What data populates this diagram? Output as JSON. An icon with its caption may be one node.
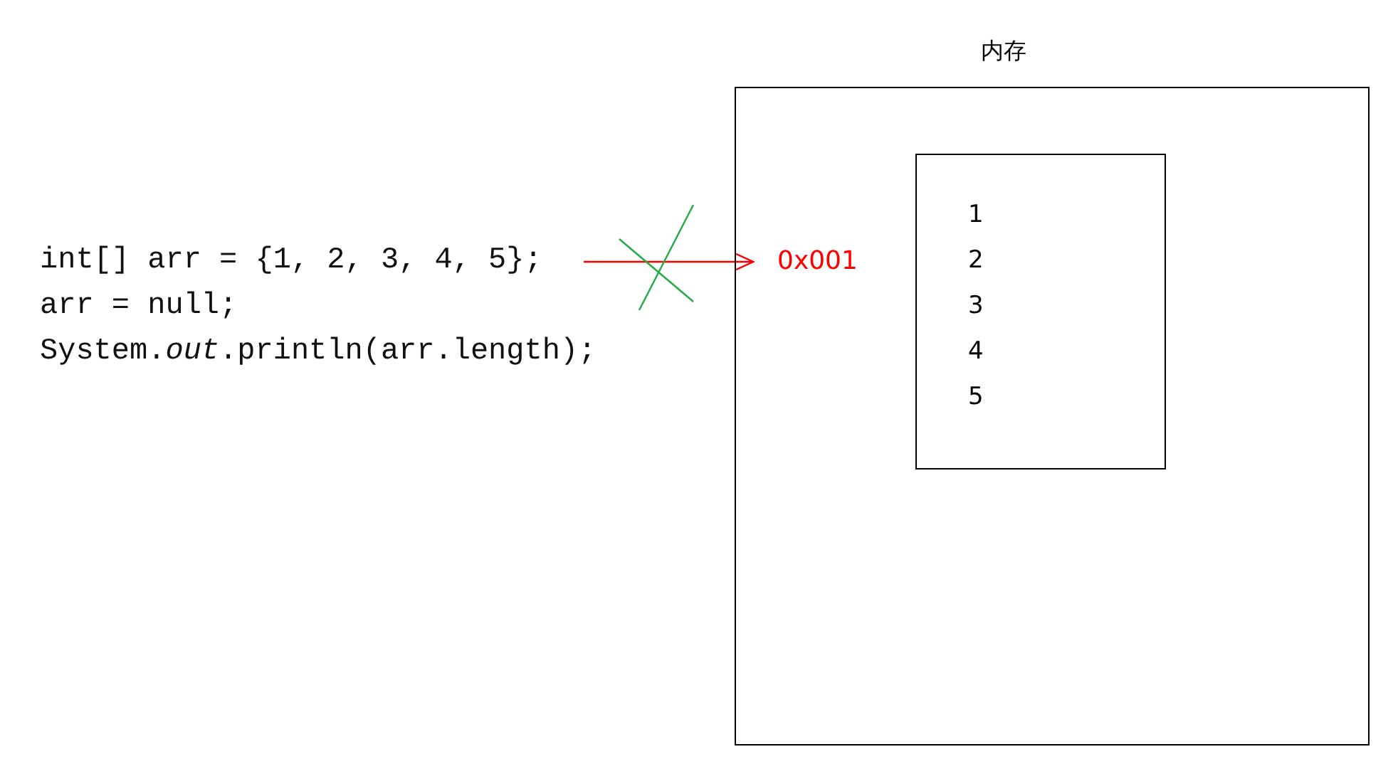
{
  "diagram": {
    "nodes": [
      {
        "text": [
          "内存"
        ]
      },
      {
        "text": [
          "1",
          "2",
          "3",
          "4",
          "5"
        ],
        "in": 0
      },
      {
        "text": [
          "int[] arr = {1, 2, 3, 4, 5};"
        ]
      },
      {
        "text": [
          "0x001"
        ],
        "in": 0
      }
    ],
    "edges": [
      {
        "from": 2,
        "to": 3,
        "arrow": "to",
        "color": "#ff0000"
      }
    ],
    "labels": [
      "arr = null;",
      "System.*out*.println(arr.length);"
    ]
  }
}
